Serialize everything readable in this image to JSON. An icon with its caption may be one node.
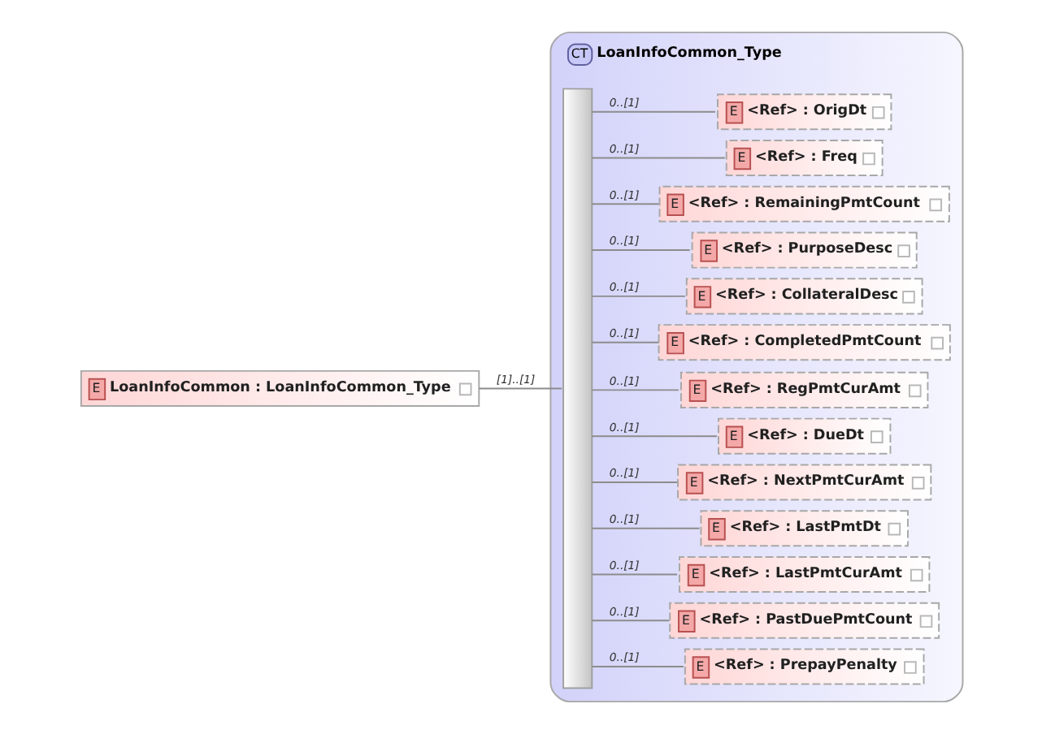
{
  "diagram": {
    "nodes": [
      {
        "text": [
          "E",
          "LoanInfoCommon : LoanInfoCommon_Type"
        ]
      },
      {
        "text": [
          "CT",
          "LoanInfoCommon_Type"
        ]
      },
      {
        "text": [],
        "shape": "bar",
        "in": 1
      },
      {
        "text": [
          "E",
          "<Ref>",
          ": OrigDt"
        ],
        "in": 1
      },
      {
        "text": [
          "E",
          "<Ref>",
          ": Freq"
        ],
        "in": 1
      },
      {
        "text": [
          "E",
          "<Ref>",
          ": RemainingPmtCount"
        ],
        "in": 1
      },
      {
        "text": [
          "E",
          "<Ref>",
          ": PurposeDesc"
        ],
        "in": 1
      },
      {
        "text": [
          "E",
          "<Ref>",
          ": CollateralDesc"
        ],
        "in": 1
      },
      {
        "text": [
          "E",
          "<Ref>",
          ": CompletedPmtCount"
        ],
        "in": 1
      },
      {
        "text": [
          "E",
          "<Ref>",
          ": RegPmtCurAmt"
        ],
        "in": 1
      },
      {
        "text": [
          "E",
          "<Ref>",
          ": DueDt"
        ],
        "in": 1
      },
      {
        "text": [
          "E",
          "<Ref>",
          ": NextPmtCurAmt"
        ],
        "in": 1
      },
      {
        "text": [
          "E",
          "<Ref>",
          ": LastPmtDt"
        ],
        "in": 1
      },
      {
        "text": [
          "E",
          "<Ref>",
          ": LastPmtCurAmt"
        ],
        "in": 1
      },
      {
        "text": [
          "E",
          "<Ref>",
          ": PastDuePmtCount"
        ],
        "in": 1
      },
      {
        "text": [
          "E",
          "<Ref>",
          ": PrepayPenalty"
        ],
        "in": 1
      }
    ],
    "edges": [
      {
        "from": 0,
        "to": 2,
        "arrow": "none",
        "label": "[1]..[1]"
      },
      {
        "from": 2,
        "to": 3,
        "arrow": "none",
        "label": "0..[1]"
      },
      {
        "from": 2,
        "to": 4,
        "arrow": "none",
        "label": "0..[1]"
      },
      {
        "from": 2,
        "to": 5,
        "arrow": "none",
        "label": "0..[1]"
      },
      {
        "from": 2,
        "to": 6,
        "arrow": "none",
        "label": "0..[1]"
      },
      {
        "from": 2,
        "to": 7,
        "arrow": "none",
        "label": "0..[1]"
      },
      {
        "from": 2,
        "to": 8,
        "arrow": "none",
        "label": "0..[1]"
      },
      {
        "from": 2,
        "to": 9,
        "arrow": "none",
        "label": "0..[1]"
      },
      {
        "from": 2,
        "to": 10,
        "arrow": "none",
        "label": "0..[1]"
      },
      {
        "from": 2,
        "to": 11,
        "arrow": "none",
        "label": "0..[1]"
      },
      {
        "from": 2,
        "to": 12,
        "arrow": "none",
        "label": "0..[1]"
      },
      {
        "from": 2,
        "to": 13,
        "arrow": "none",
        "label": "0..[1]"
      },
      {
        "from": 2,
        "to": 14,
        "arrow": "none",
        "label": "0..[1]"
      },
      {
        "from": 2,
        "to": 15,
        "arrow": "none",
        "label": "0..[1]"
      }
    ]
  }
}
